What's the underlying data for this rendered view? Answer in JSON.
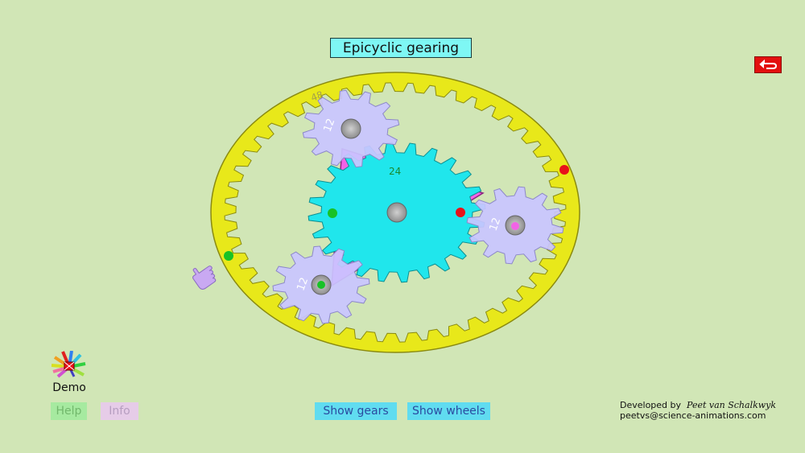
{
  "title": "Epicyclic gearing",
  "gears": {
    "ring_teeth": "48",
    "sun_teeth": "24",
    "planet_teeth": [
      "12",
      "12",
      "12"
    ]
  },
  "buttons": {
    "show_gears": "Show gears",
    "show_wheels": "Show wheels",
    "help": "Help",
    "info": "Info",
    "demo": "Demo"
  },
  "credits": {
    "developed_by": "Developed by",
    "author": "Peet van Schalkwyk",
    "email": "peetvs@science-animations.com"
  },
  "colors": {
    "background": "#d1e6b6",
    "ring": "#e8e81a",
    "sun": "#20e6ec",
    "planet": "#c9c5ff",
    "carrier": "#f263e6",
    "marker_red": "#e8121a",
    "marker_green": "#18c226",
    "title_bg": "#7ef7f4",
    "button_bg": "#60dcf0"
  },
  "icons": [
    "back-arrow-icon",
    "hand-cursor-icon",
    "demo-icon"
  ]
}
